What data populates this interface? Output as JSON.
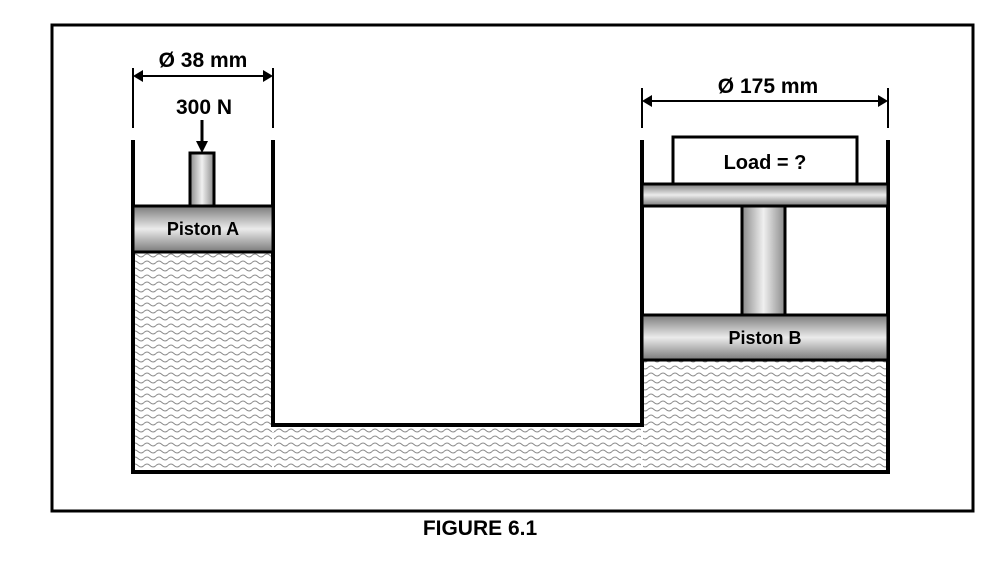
{
  "labels": {
    "diameter_a": "Ø 38 mm",
    "force_a": "300 N",
    "piston_a": "Piston A",
    "diameter_b": "Ø 175 mm",
    "load_b": "Load = ?",
    "piston_b": "Piston B"
  },
  "caption": "FIGURE 6.1",
  "colors": {
    "line": "#000000",
    "piston_dark": "#7a7a7a",
    "piston_light": "#e6e6e6",
    "fluid_wave": "#8c8c8c",
    "background": "#ffffff"
  }
}
